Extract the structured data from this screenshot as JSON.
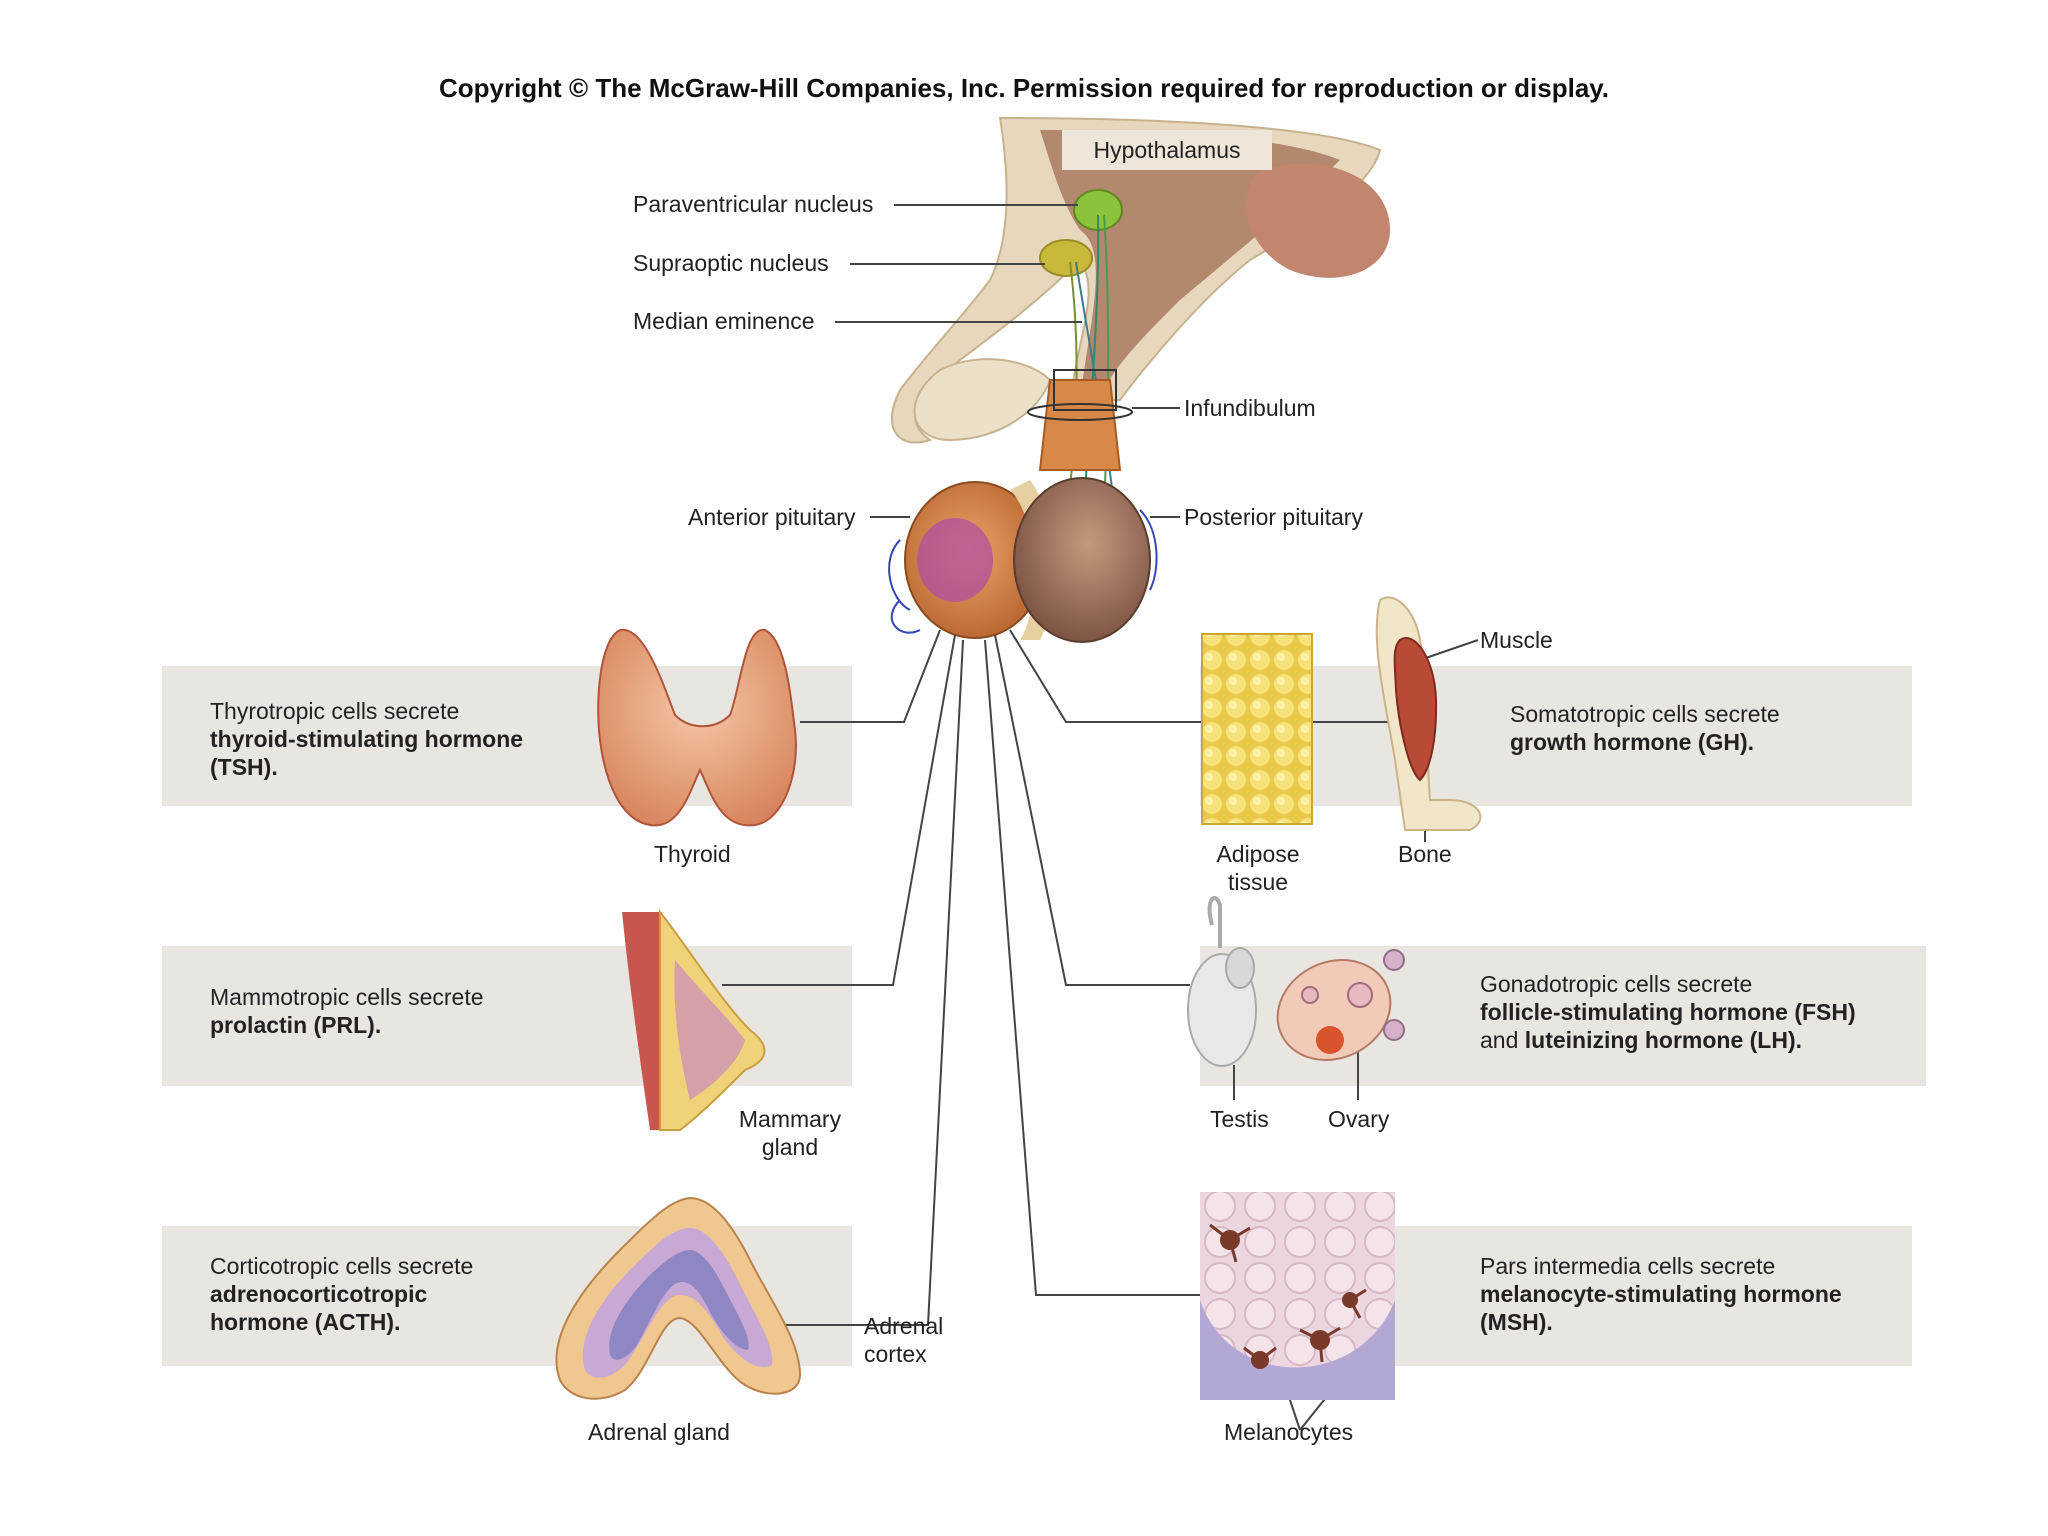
{
  "copyright": "Copyright © The McGraw-Hill Companies, Inc. Permission required for reproduction or display.",
  "labels": {
    "hypothalamus": "Hypothalamus",
    "paraventricular": "Paraventricular nucleus",
    "supraoptic": "Supraoptic nucleus",
    "median_eminence": "Median eminence",
    "infundibulum": "Infundibulum",
    "anterior_pituitary": "Anterior pituitary",
    "posterior_pituitary": "Posterior pituitary",
    "muscle": "Muscle",
    "thyroid": "Thyroid",
    "adipose_1": "Adipose",
    "adipose_2": "tissue",
    "bone": "Bone",
    "mammary_1": "Mammary",
    "mammary_2": "gland",
    "testis": "Testis",
    "ovary": "Ovary",
    "adrenal_cortex_1": "Adrenal",
    "adrenal_cortex_2": "cortex",
    "adrenal_gland": "Adrenal gland",
    "melanocytes": "Melanocytes"
  },
  "boxes": {
    "tsh": {
      "line1": "Thyrotropic cells secrete",
      "bold1": "thyroid-stimulating hormone",
      "bold2": "(TSH)."
    },
    "gh": {
      "line1": "Somatotropic cells secrete",
      "bold1": "growth hormone (GH)."
    },
    "prl": {
      "line1": "Mammotropic cells secrete",
      "bold1": "prolactin (PRL)."
    },
    "fsh": {
      "line1": "Gonadotropic cells secrete",
      "bold1": "follicle-stimulating hormone (FSH)",
      "mix_pre": "and ",
      "mix_bold": "luteinizing hormone (LH)."
    },
    "acth": {
      "line1": "Corticotropic cells secrete",
      "bold1": "adrenocorticotropic",
      "bold2": "hormone (ACTH)."
    },
    "msh": {
      "line1": "Pars intermedia cells secrete",
      "bold1": "melanocyte-stimulating hormone",
      "bold2": "(MSH)."
    }
  }
}
